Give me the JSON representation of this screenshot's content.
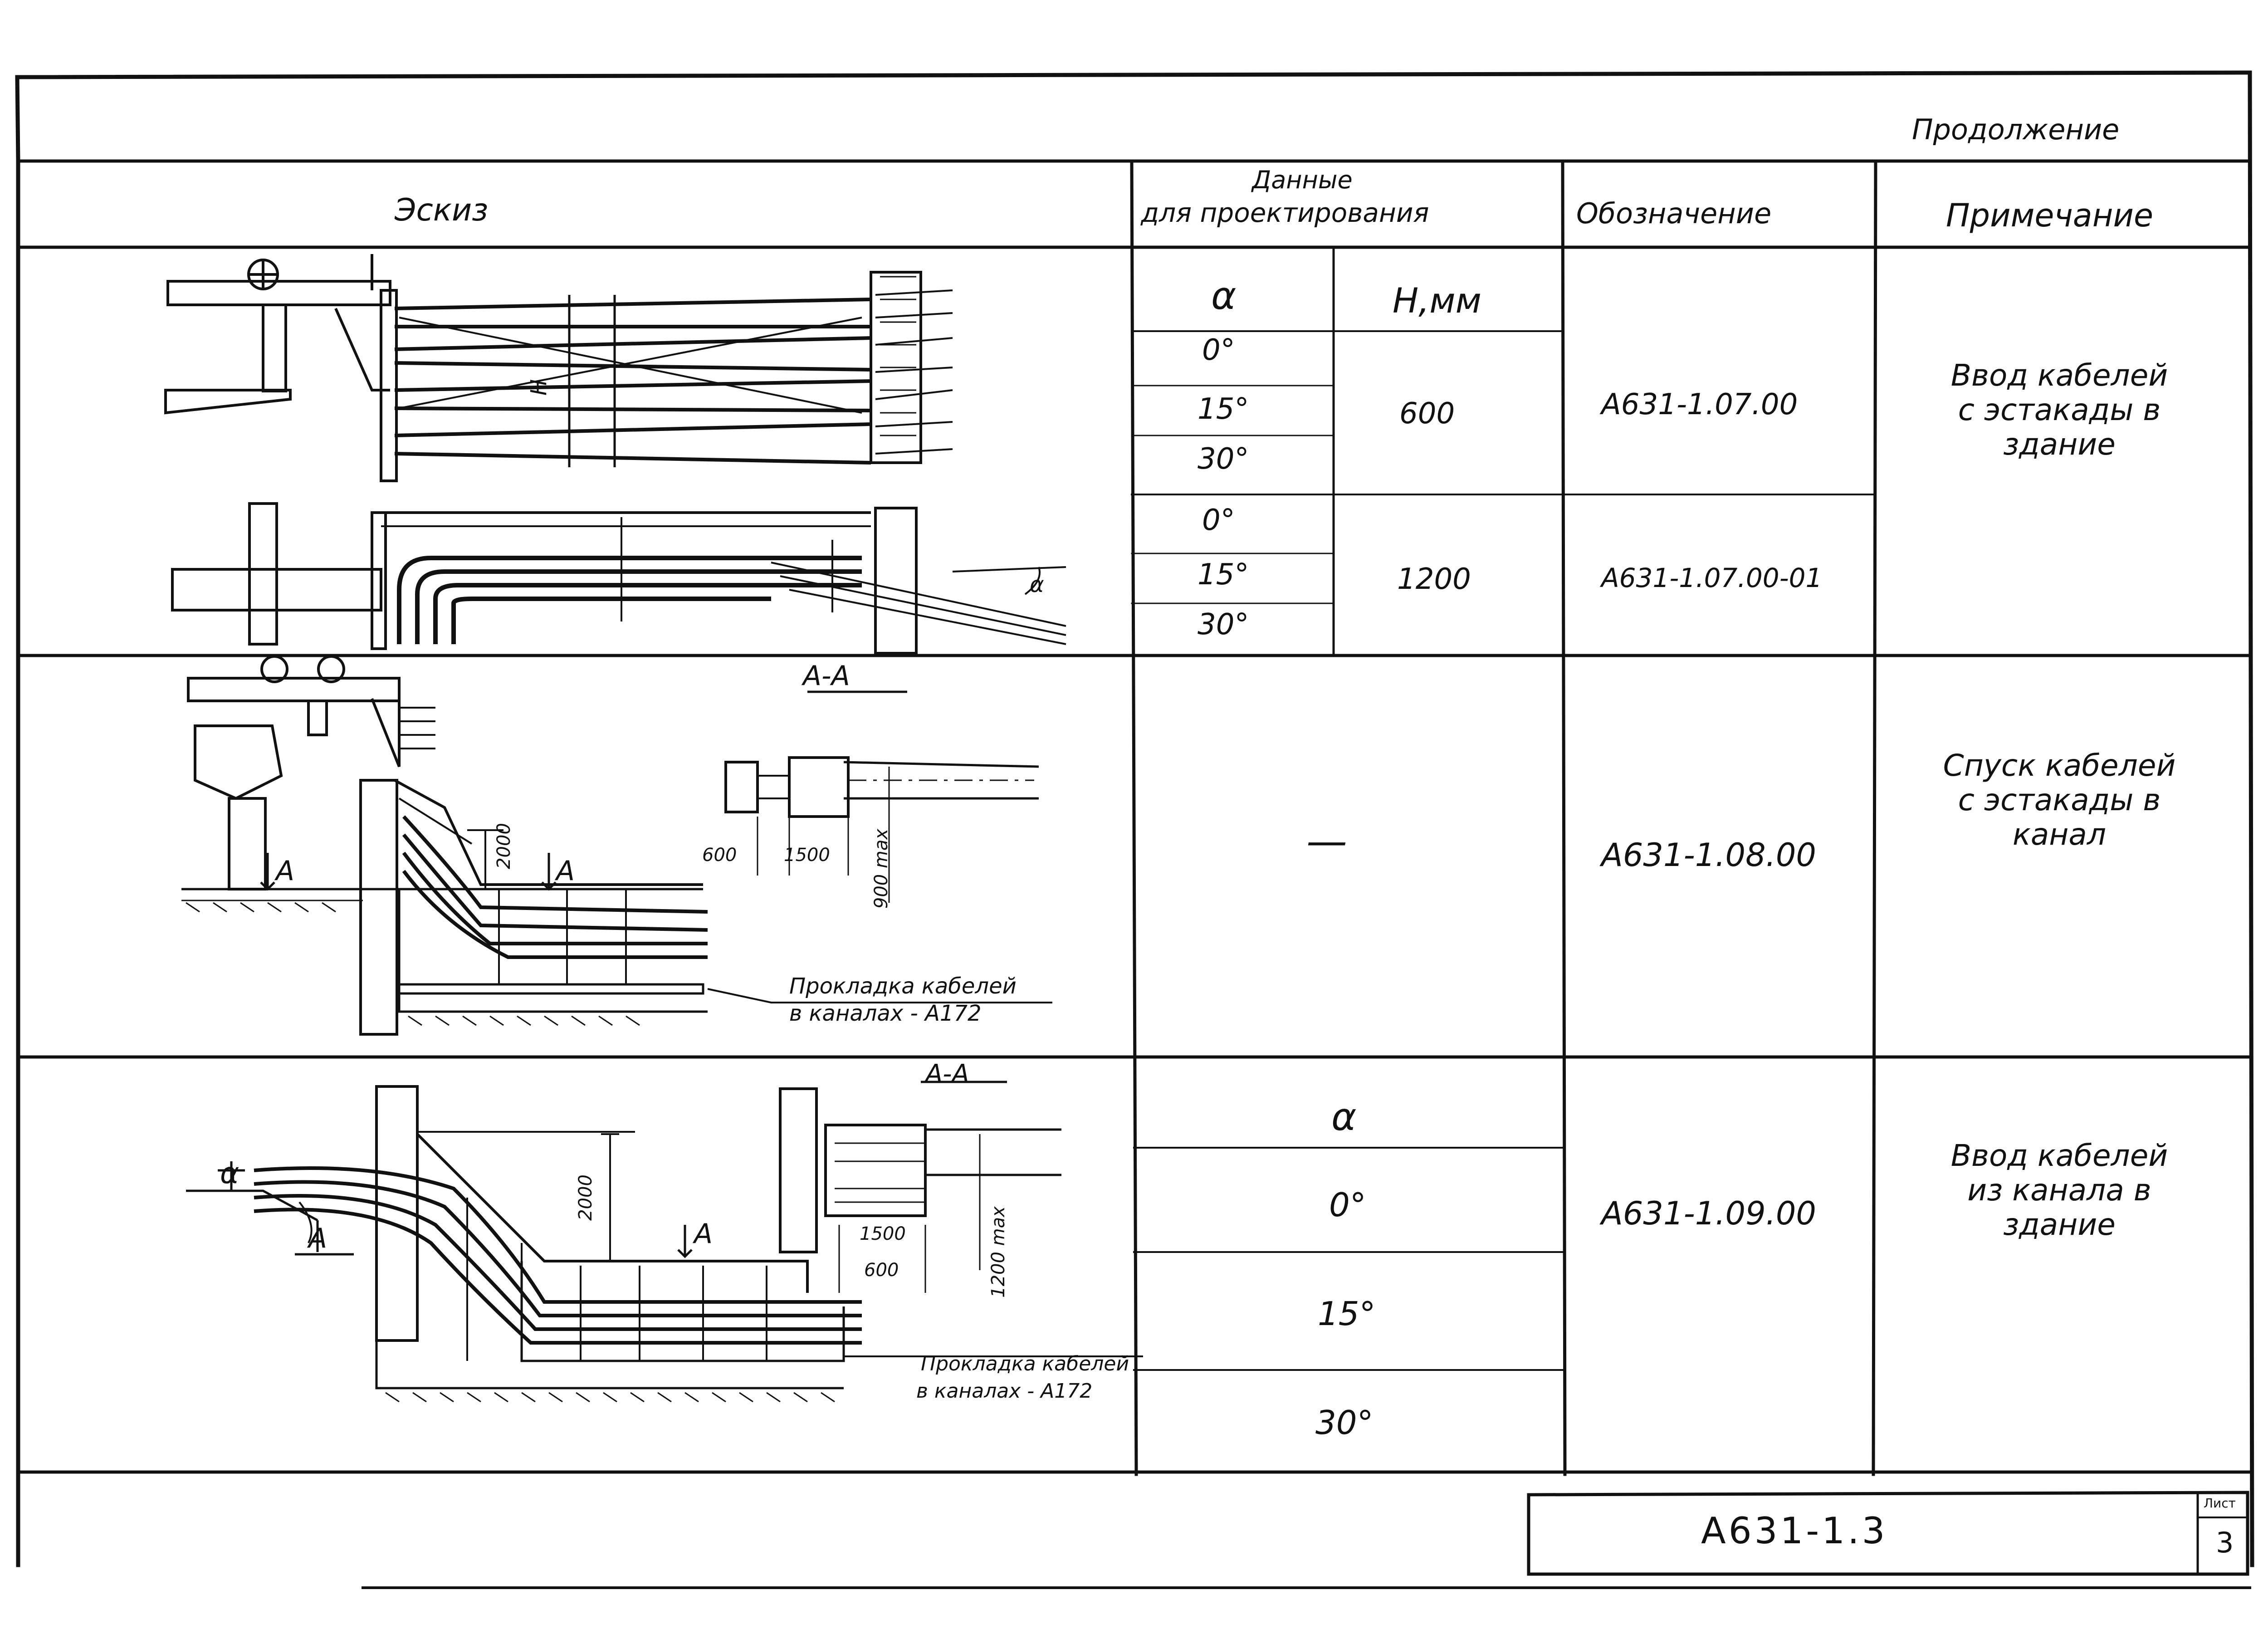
{
  "header": {
    "continuation": "Продолжение",
    "col_sketch": "Эскиз",
    "col_design_data": "Данные\nдля проектирования",
    "col_design_data_line1": "Данные",
    "col_design_data_line2": "для проектирования",
    "col_designation": "Обозначение",
    "col_note": "Примечание"
  },
  "section1": {
    "alpha_label": "α",
    "h_label": "Н,мм",
    "rows_a": {
      "angles": [
        "0°",
        "15°",
        "30°"
      ],
      "h": "600",
      "designation": "А631-1.07.00"
    },
    "rows_b": {
      "angles": [
        "0°",
        "15°",
        "30°"
      ],
      "h": "1200",
      "designation": "А631-1.07.00-01"
    },
    "note": "Ввод кабелей\nс эстакады в\nздание",
    "sketch_labels": {
      "h": "Н",
      "alpha": "α"
    }
  },
  "section2": {
    "design_data": "—",
    "designation": "А631-1.08.00",
    "note": "Спуск кабелей\nс эстакады в\nканал",
    "sketch_labels": {
      "section": "А-А",
      "a_left": "А",
      "a_right": "А",
      "dim_2000": "2000",
      "dim_600": "600",
      "dim_1500": "1500",
      "dim_900": "900 max",
      "callout_line1": "Прокладка кабелей",
      "callout_line2": "в каналах - А172"
    }
  },
  "section3": {
    "alpha_label": "α",
    "angles": [
      "0°",
      "15°",
      "30°"
    ],
    "designation": "А631-1.09.00",
    "note": "Ввод кабелей\nиз канала в\nздание",
    "sketch_labels": {
      "section": "А-А",
      "alpha": "α",
      "a_left": "А",
      "a_right": "А",
      "dim_2000": "2000",
      "dim_1500": "1500",
      "dim_600": "600",
      "dim_1200": "1200 max",
      "callout_line1": "Прокладка кабелей",
      "callout_line2": "в каналах - А172"
    }
  },
  "title_block": {
    "code": "А631-1.3",
    "sheet_label": "Лист",
    "sheet_number": "3"
  }
}
